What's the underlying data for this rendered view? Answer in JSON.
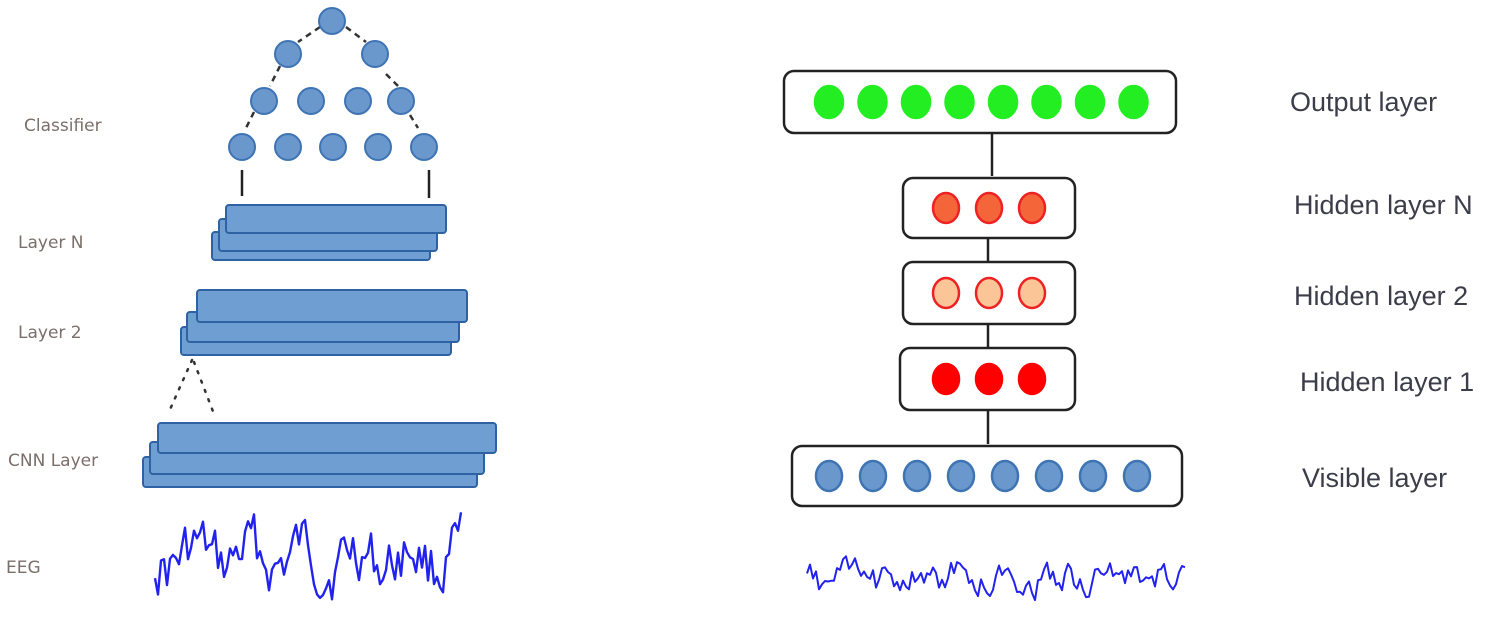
{
  "left_diagram": {
    "labels": {
      "classifier": "Classifier",
      "layer_n": "Layer N",
      "layer_2": "Layer 2",
      "cnn_layer": "CNN Layer",
      "eeg": "EEG"
    },
    "classifier_rows": [
      1,
      2,
      4,
      5
    ],
    "node_color": "#6a98cc",
    "node_stroke": "#3f74b4",
    "stack_fill": "#6f9fd2",
    "stack_stroke": "#2f62a2"
  },
  "right_diagram": {
    "labels": {
      "output": "Output layer",
      "hidden_n": "Hidden layer N",
      "hidden_2": "Hidden layer 2",
      "hidden_1": "Hidden layer 1",
      "visible": "Visible layer"
    },
    "layers": [
      {
        "key": "output",
        "nodes": 8,
        "fill": "#22ee22",
        "stroke": "#22ee22"
      },
      {
        "key": "hidden_n",
        "nodes": 3,
        "fill": "#f4663a",
        "stroke": "#ee2222"
      },
      {
        "key": "hidden_2",
        "nodes": 3,
        "fill": "#fbc597",
        "stroke": "#ee2222"
      },
      {
        "key": "hidden_1",
        "nodes": 3,
        "fill": "#ff0000",
        "stroke": "#ff0000"
      },
      {
        "key": "visible",
        "nodes": 8,
        "fill": "#6a98cc",
        "stroke": "#3f74b4"
      }
    ]
  },
  "signal_color": "#2222ee"
}
